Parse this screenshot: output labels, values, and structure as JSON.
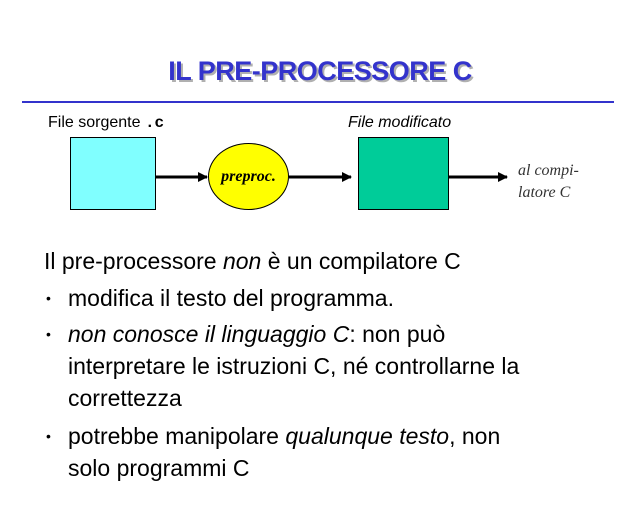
{
  "title": "IL PRE-PROCESSORE C",
  "diagram": {
    "source_label": "File sorgente",
    "source_ext": ".c",
    "modified_label": "File modificato",
    "process_label": "preproc.",
    "output_line1": "al compi-",
    "output_line2": "latore C",
    "colors": {
      "source": "#80ffff",
      "process": "#ffff00",
      "modified": "#00cc99"
    }
  },
  "intro": {
    "pre": "Il pre-processore ",
    "em": "non",
    "post": " è un compilatore C"
  },
  "bullets": [
    {
      "lines": [
        "modifica il testo del programma."
      ]
    },
    {
      "em": "non conosce il linguaggio C",
      "rest": ": non può",
      "lines": [
        "interpretare le istruzioni C, né controllarne la",
        "correttezza"
      ]
    },
    {
      "pre": "potrebbe manipolare ",
      "em": "qualunque testo",
      "post": ", non",
      "lines": [
        "solo programmi C"
      ]
    }
  ],
  "bullet_glyph": "•"
}
